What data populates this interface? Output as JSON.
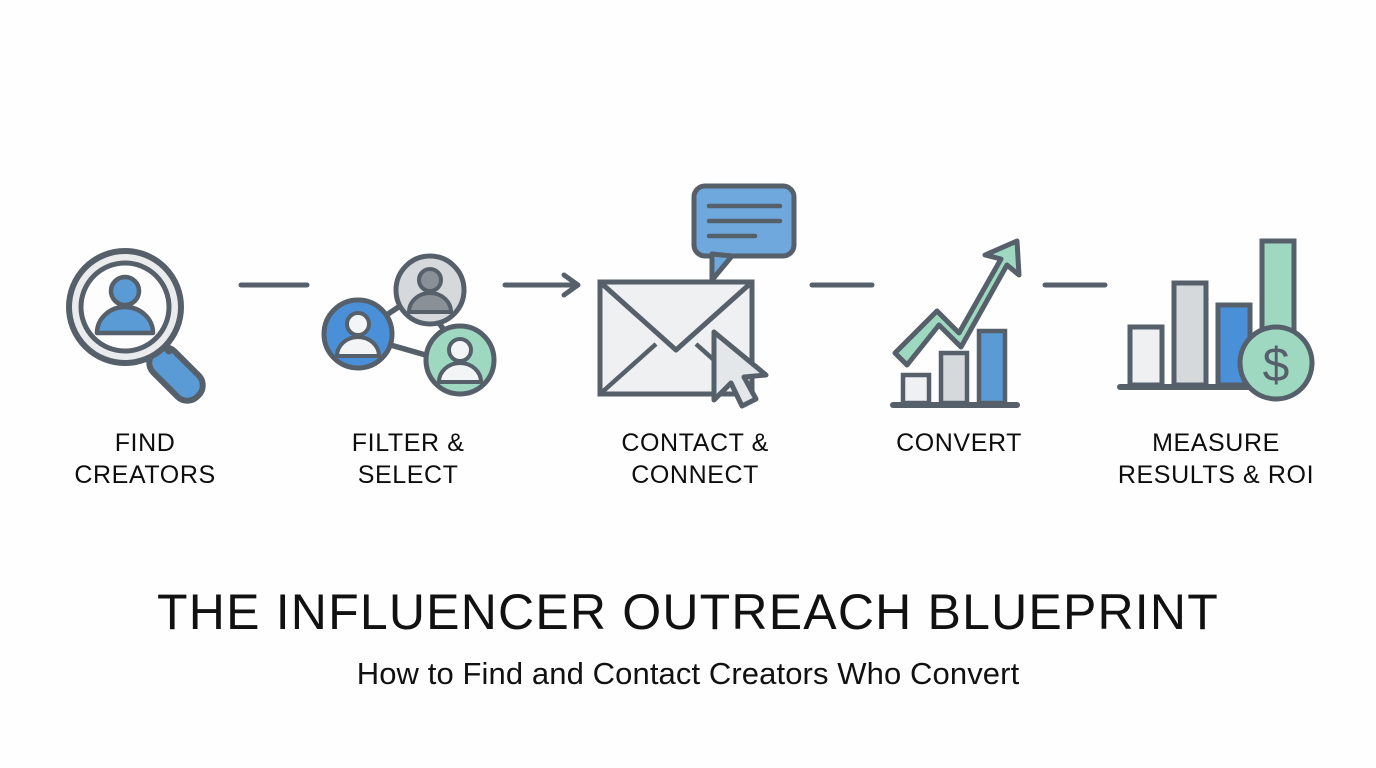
{
  "background_color": "#fefefe",
  "palette": {
    "outline": "#56606b",
    "blue": "#5b9bd5",
    "blue_dark": "#4a90d9",
    "green": "#9fd8c0",
    "gray_light": "#e9ebec",
    "gray_mid": "#d6d9dc",
    "gray_dark": "#8a9097",
    "text": "#111111"
  },
  "steps": [
    {
      "id": "find-creators",
      "label": "FIND\nCREATORS",
      "icon": "magnifier-person-icon"
    },
    {
      "id": "filter-select",
      "label": "FILTER &\nSELECT",
      "icon": "network-people-icon"
    },
    {
      "id": "contact-connect",
      "label": "CONTACT &\nCONNECT",
      "icon": "envelope-chat-cursor-icon"
    },
    {
      "id": "convert",
      "label": "CONVERT",
      "icon": "growth-arrow-bars-icon"
    },
    {
      "id": "measure-results-roi",
      "label": "MEASURE\nRESULTS & ROI",
      "icon": "bar-chart-dollar-icon"
    }
  ],
  "connectors": [
    {
      "id": "connector-1",
      "style": "line"
    },
    {
      "id": "connector-2",
      "style": "arrow"
    },
    {
      "id": "connector-3",
      "style": "line"
    },
    {
      "id": "connector-4",
      "style": "line"
    }
  ],
  "titles": {
    "main": "THE INFLUENCER OUTREACH BLUEPRINT",
    "sub": "How to Find and Contact Creators Who Convert"
  }
}
